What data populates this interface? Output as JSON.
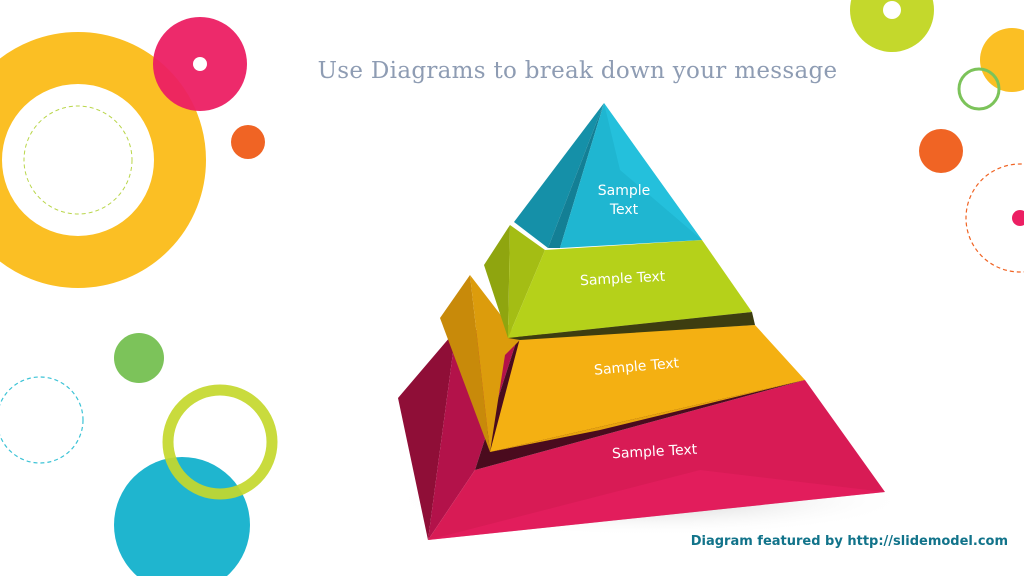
{
  "slide": {
    "title": "Use Diagrams to break down your message",
    "credit": "Diagram featured by http://slidemodel.com"
  },
  "pyramid": {
    "levels": [
      {
        "label": "Sample\nText",
        "color": "#1fb6d1"
      },
      {
        "label": "Sample Text",
        "color": "#b5d11a"
      },
      {
        "label": "Sample Text",
        "color": "#f4b012"
      },
      {
        "label": "Sample Text",
        "color": "#e8195a"
      }
    ]
  },
  "palette": {
    "yellow": "#fbbf24",
    "pink": "#ec1f63",
    "orange": "#f06424",
    "green": "#7cc35a",
    "lime": "#c4d82c",
    "teal": "#1fb5cf"
  }
}
